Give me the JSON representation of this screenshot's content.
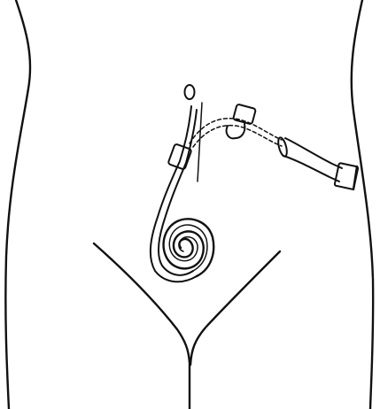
{
  "figure": {
    "subject": "catheter-on-lower-abdomen",
    "colors": {
      "ink": "#111111",
      "background": "#ffffff"
    },
    "parts": [
      "torso-outline",
      "groin-lines",
      "umbilicus",
      "catheter-tube",
      "catheter-coil",
      "subcutaneous-tunnel",
      "cuff",
      "extension-tube",
      "connector"
    ]
  }
}
